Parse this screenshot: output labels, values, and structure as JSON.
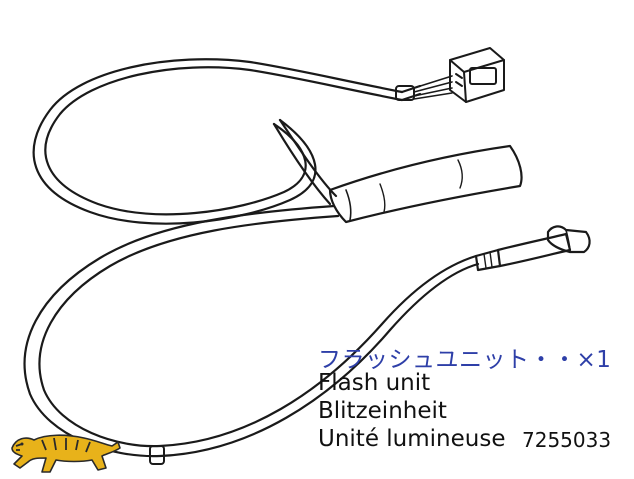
{
  "part": {
    "name_jp": "フラッシュユニット・・×1",
    "name_en": "Flash unit",
    "name_de": "Blitzeinheit",
    "name_fr": "Unité lumineuse",
    "part_number": "7255033"
  },
  "colors": {
    "japanese_text": "#2e3fa8",
    "text": "#111111",
    "logo": "#e8b21a"
  },
  "icons": {
    "logo": "tiger-logo",
    "item": "flash-unit-wire-illustration"
  }
}
